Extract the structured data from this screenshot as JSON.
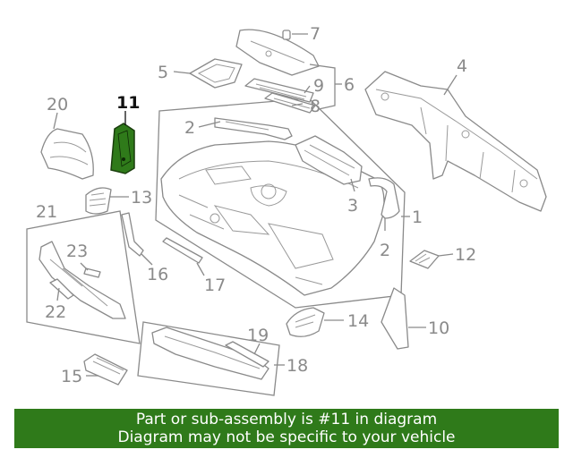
{
  "callouts": {
    "c1": "1",
    "c2a": "2",
    "c2b": "2",
    "c3": "3",
    "c4": "4",
    "c5": "5",
    "c6": "6",
    "c7": "7",
    "c8": "8",
    "c9": "9",
    "c10": "10",
    "c11": "11",
    "c12": "12",
    "c13": "13",
    "c14": "14",
    "c15": "15",
    "c16": "16",
    "c17": "17",
    "c18": "18",
    "c19": "19",
    "c20": "20",
    "c21": "21",
    "c22": "22",
    "c23": "23"
  },
  "highlight": {
    "part_number": "11",
    "color": "#2f7a1a"
  },
  "footer": {
    "line1": "Part or sub-assembly is #11 in diagram",
    "line2": "Diagram may not be specific to your vehicle"
  },
  "colors": {
    "line": "#8a8a8a",
    "banner": "#2f7a1a",
    "banner_text": "#ffffff"
  }
}
